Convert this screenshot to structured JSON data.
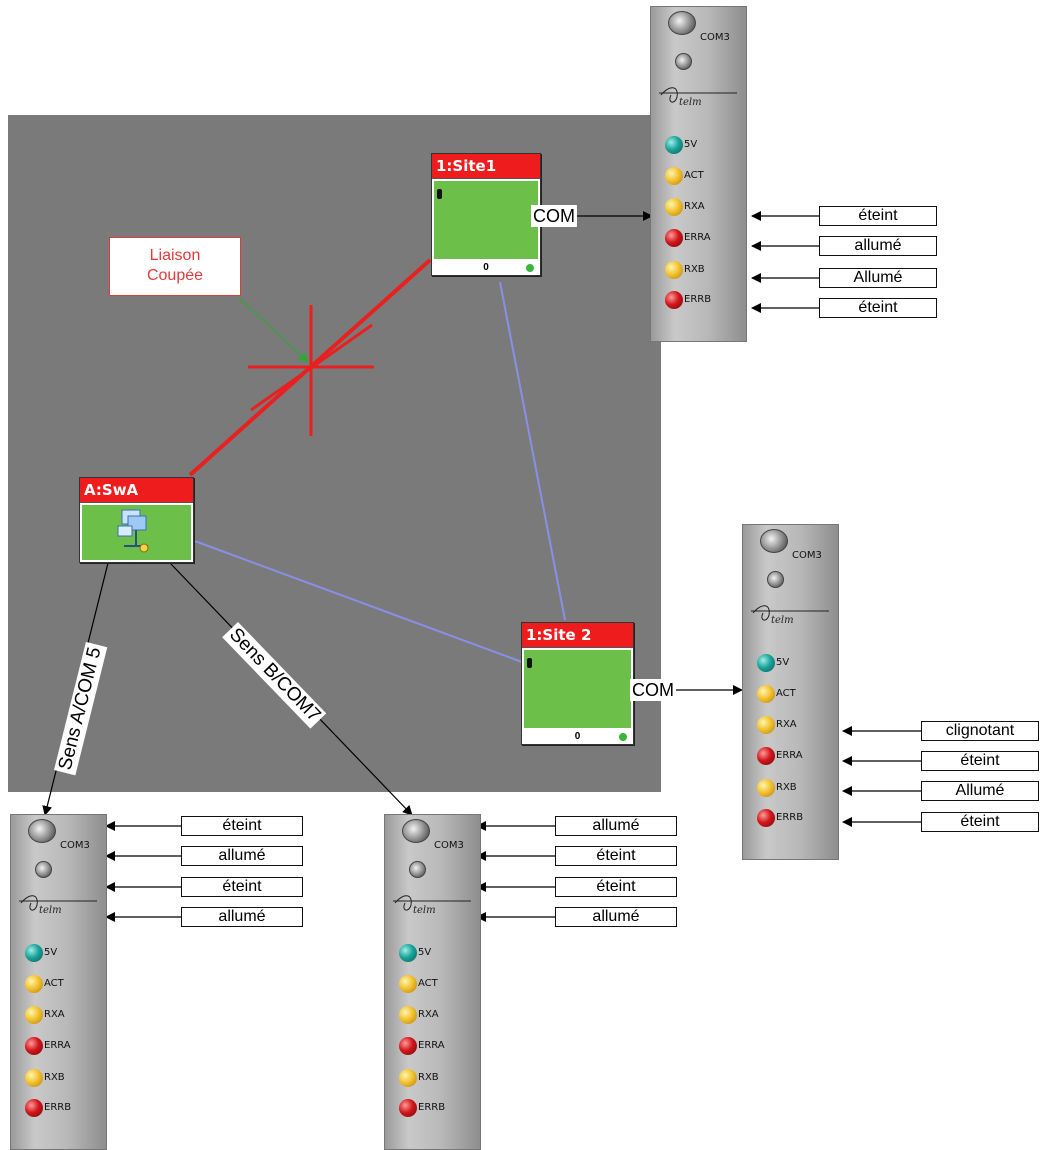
{
  "annotation": {
    "cut_link_label": "Liaison\nCoupée"
  },
  "colors": {
    "canvas": "#7a7a7a",
    "node_title": "#ee1c1c",
    "node_body": "#6cc04a",
    "cut_link": "#e82020",
    "link": "#8a8ee6",
    "annotation": "#e03b3b"
  },
  "nodes": {
    "site1": {
      "title": "1:Site1",
      "counter": "0"
    },
    "site2": {
      "title": "1:Site 2",
      "counter": "0"
    },
    "switch": {
      "title": "A:SwA",
      "icon": "network-switch-icon"
    }
  },
  "link_labels": {
    "com_site1": "COM",
    "com_site2": "COM",
    "sens_a": "Sens A/COM 5",
    "sens_b": "Sens B/COM7"
  },
  "module_title": "COM3",
  "module_logo": "telm",
  "led_labels": [
    "5V",
    "ACT",
    "RXA",
    "ERRA",
    "RXB",
    "ERRB"
  ],
  "led_colors": [
    "green",
    "yellow",
    "yellow",
    "red",
    "yellow",
    "red"
  ],
  "modules": {
    "site1": {
      "statuses": [
        "éteint",
        "allumé",
        "Allumé",
        "éteint"
      ]
    },
    "site2": {
      "statuses": [
        "clignotant",
        "éteint",
        "Allumé",
        "éteint"
      ]
    },
    "sens_a": {
      "statuses": [
        "éteint",
        "allumé",
        "éteint",
        "allumé"
      ]
    },
    "sens_b": {
      "statuses": [
        "allumé",
        "éteint",
        "éteint",
        "allumé"
      ]
    }
  }
}
